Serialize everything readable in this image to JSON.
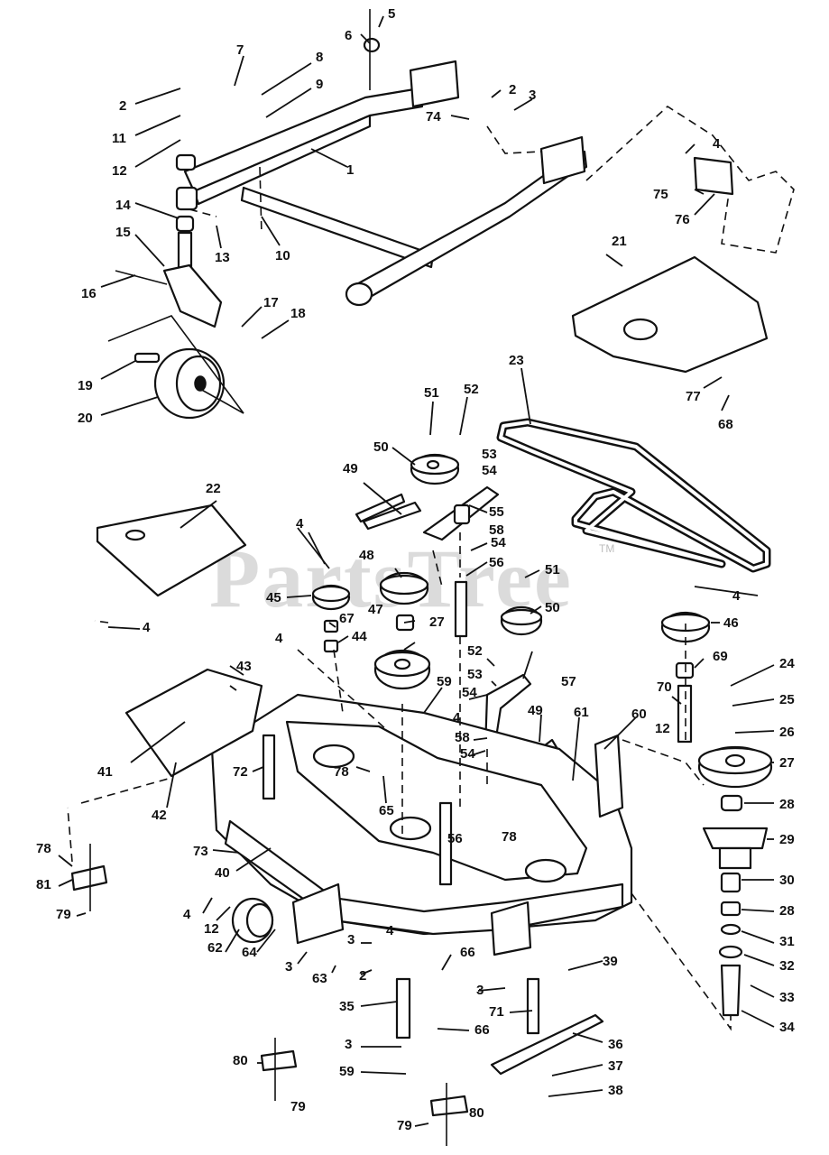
{
  "watermark": {
    "text": "PartsTree",
    "trademark": "TM"
  },
  "callouts": [
    "1",
    "2",
    "3",
    "4",
    "5",
    "6",
    "7",
    "8",
    "9",
    "10",
    "11",
    "12",
    "13",
    "14",
    "15",
    "16",
    "17",
    "18",
    "19",
    "20",
    "21",
    "22",
    "23",
    "24",
    "25",
    "26",
    "27",
    "28",
    "29",
    "30",
    "31",
    "32",
    "33",
    "34",
    "35",
    "36",
    "37",
    "38",
    "39",
    "40",
    "41",
    "42",
    "43",
    "44",
    "45",
    "46",
    "47",
    "48",
    "49",
    "50",
    "51",
    "52",
    "53",
    "54",
    "55",
    "56",
    "57",
    "58",
    "59",
    "60",
    "61",
    "62",
    "63",
    "64",
    "65",
    "66",
    "67",
    "68",
    "69",
    "70",
    "71",
    "72",
    "73",
    "74",
    "75",
    "76",
    "77",
    "78",
    "79",
    "80",
    "81"
  ]
}
